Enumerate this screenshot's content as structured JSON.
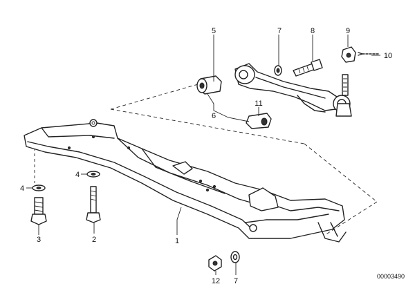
{
  "labels": {
    "l1": "1",
    "l2": "2",
    "l3": "3",
    "l4a": "4",
    "l4b": "4",
    "l5": "5",
    "l6": "6",
    "l7a": "7",
    "l7b": "7",
    "l8": "8",
    "l9": "9",
    "l10": "10",
    "l11": "11",
    "l12": "12"
  },
  "diagram_code": "00003490"
}
